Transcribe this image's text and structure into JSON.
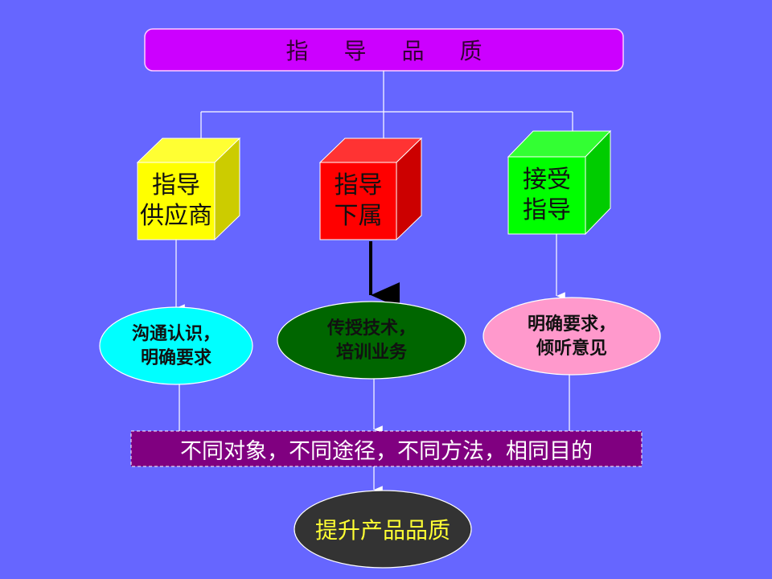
{
  "title": "指导品质",
  "colors": {
    "background": "#6666ff",
    "title_box": "#cc00ff",
    "cube_supplier": "#ffff00",
    "cube_subordinate": "#ff0000",
    "cube_accept": "#00ff00",
    "ellipse_cyan": "#00ffff",
    "ellipse_green": "#006600",
    "ellipse_pink": "#ff99cc",
    "banner": "#800080",
    "goal_ellipse": "#333333",
    "goal_text": "#ffff33"
  },
  "cubes": [
    {
      "label": "指导\n供应商"
    },
    {
      "label": "指导\n下属"
    },
    {
      "label": "接受\n指导"
    }
  ],
  "ellipses": [
    {
      "label": "沟通认识，\n明确要求"
    },
    {
      "label": "传授技术，\n培训业务"
    },
    {
      "label": "明确要求，\n倾听意见"
    }
  ],
  "banner": "不同对象，不同途径，不同方法，相同目的",
  "goal": "提升产品品质"
}
